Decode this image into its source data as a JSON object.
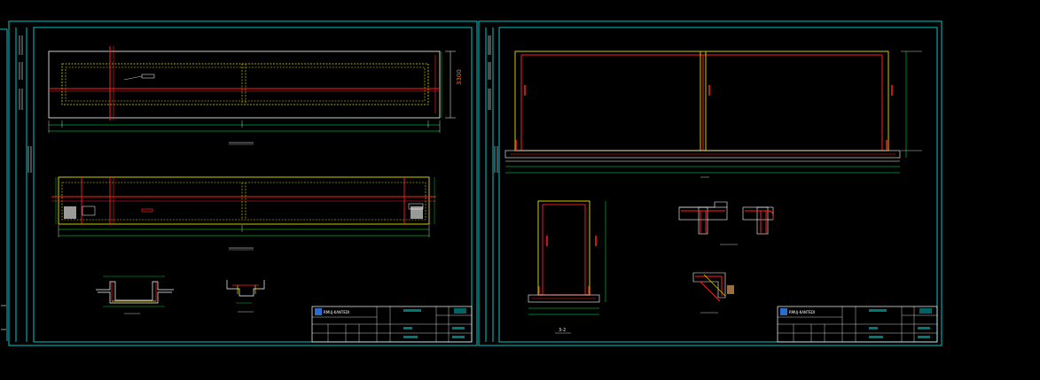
{
  "drawing": {
    "background": "#000000",
    "colors": {
      "frame": "#00c8c8",
      "outline": "#ffffff",
      "yellow": "#e8e000",
      "red": "#ff2020",
      "green": "#00ff40",
      "grey": "#909090",
      "titlebar_blue": "#2a6cd0"
    },
    "sheet1": {
      "plan_top_dimension": "3300",
      "title_block": {
        "logo_icon": "company-logo",
        "company": "RMUJ-KANTEDI"
      }
    },
    "sheet2": {
      "section_caption": "3-2",
      "title_block": {
        "logo_icon": "company-logo",
        "company": "RMUJ-KANTEDI"
      }
    }
  }
}
